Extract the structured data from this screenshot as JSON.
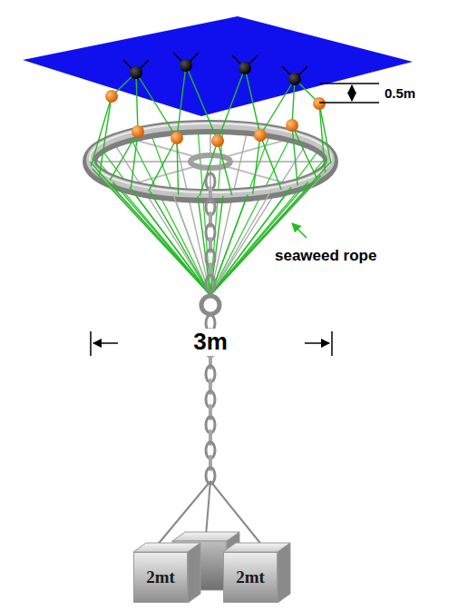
{
  "diagram": {
    "nodes": [
      {
        "text": [
          "2mt"
        ]
      },
      {
        "text": [
          "2mt"
        ]
      }
    ],
    "labels": [
      "0.5m",
      "seaweed rope",
      "3m"
    ]
  }
}
